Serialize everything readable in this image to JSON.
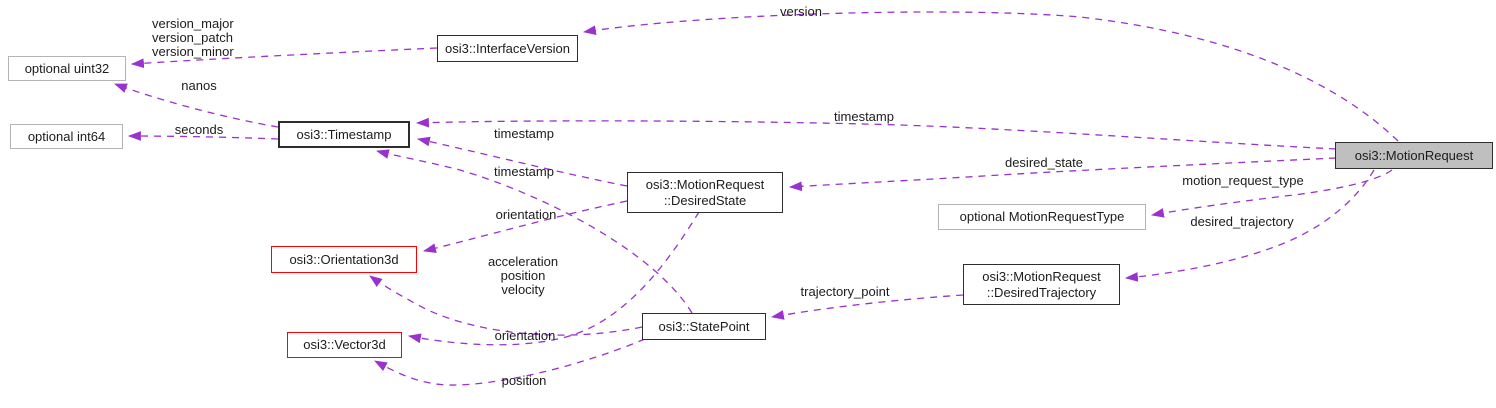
{
  "colors": {
    "background": "#ffffff",
    "edge": "#9a32cd",
    "node_border": "#2e2e2e",
    "optional_border": "#b4b4b4",
    "ref_border": "#ff0000",
    "main_fill": "#bfbfbf",
    "text": "#1c1c1c"
  },
  "nodes": {
    "uint32": "optional uint32",
    "int64": "optional int64",
    "interface_version": "osi3::InterfaceVersion",
    "timestamp": "osi3::Timestamp",
    "desired_state": {
      "line1": "osi3::MotionRequest",
      "line2": "::DesiredState"
    },
    "orientation3d": "osi3::Orientation3d",
    "vector3d": "osi3::Vector3d",
    "state_point": "osi3::StatePoint",
    "motion_request_type": "optional MotionRequestType",
    "desired_trajectory": {
      "line1": "osi3::MotionRequest",
      "line2": "::DesiredTrajectory"
    },
    "motion_request": "osi3::MotionRequest"
  },
  "edge_labels": {
    "version_fields": {
      "line1": "version_major",
      "line2": "version_patch",
      "line3": "version_minor"
    },
    "nanos": "nanos",
    "seconds": "seconds",
    "version": "version",
    "timestamp_from_motion_request": "timestamp",
    "timestamp_from_desired_state": "timestamp",
    "timestamp_from_state_point": "timestamp",
    "orientation_from_desired_state": "orientation",
    "state_vectors": {
      "line1": "acceleration",
      "line2": "position",
      "line3": "velocity"
    },
    "orientation_from_state_point": "orientation",
    "position_from_state_point": "position",
    "trajectory_point": "trajectory_point",
    "desired_state": "desired_state",
    "motion_request_type": "motion_request_type",
    "desired_trajectory": "desired_trajectory"
  }
}
